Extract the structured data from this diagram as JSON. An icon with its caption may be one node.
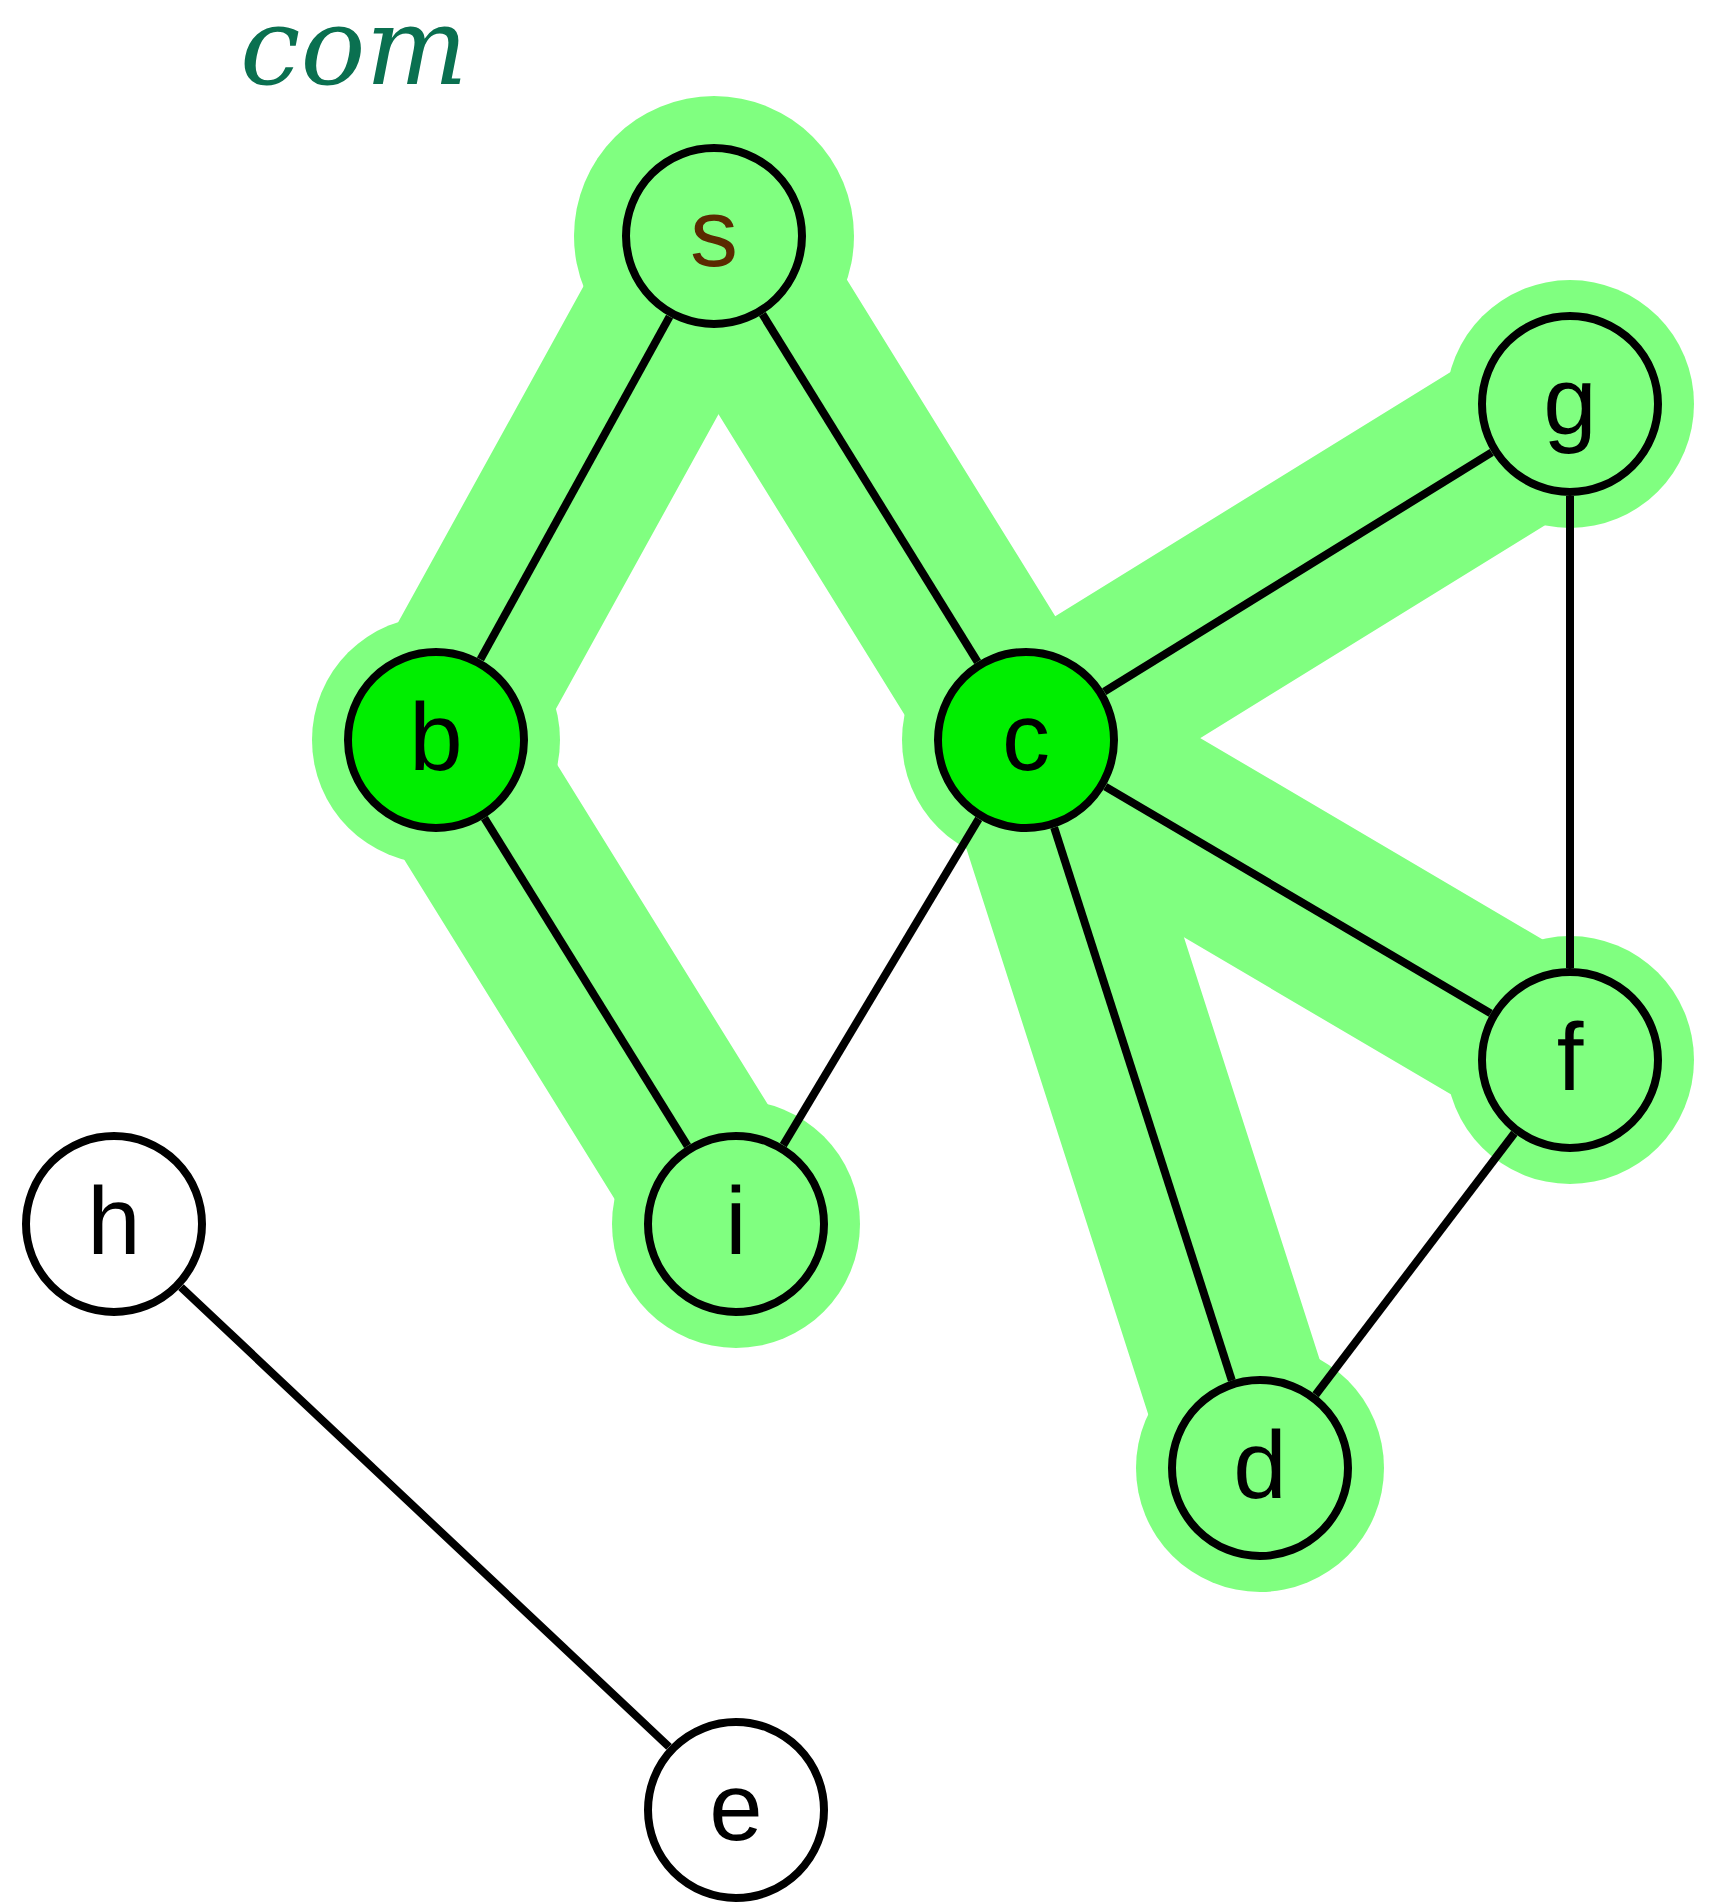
{
  "diagram": {
    "nodes": [
      {
        "text": [
          "s"
        ]
      },
      {
        "text": [
          "b"
        ]
      },
      {
        "text": [
          "c"
        ]
      },
      {
        "text": [
          "g"
        ]
      },
      {
        "text": [
          "f"
        ]
      },
      {
        "text": [
          "h"
        ]
      },
      {
        "text": [
          "i"
        ]
      },
      {
        "text": [
          "d"
        ]
      },
      {
        "text": [
          "e"
        ]
      }
    ],
    "edges": [
      {
        "from": 0,
        "to": 1,
        "arrow": "none"
      },
      {
        "from": 0,
        "to": 2,
        "arrow": "none"
      },
      {
        "from": 1,
        "to": 6,
        "arrow": "none"
      },
      {
        "from": 2,
        "to": 6,
        "arrow": "none"
      },
      {
        "from": 2,
        "to": 3,
        "arrow": "none"
      },
      {
        "from": 2,
        "to": 4,
        "arrow": "none"
      },
      {
        "from": 2,
        "to": 7,
        "arrow": "none"
      },
      {
        "from": 3,
        "to": 4,
        "arrow": "none"
      },
      {
        "from": 4,
        "to": 7,
        "arrow": "none"
      },
      {
        "from": 5,
        "to": 8,
        "arrow": "none"
      }
    ],
    "labels": [
      "com"
    ]
  }
}
